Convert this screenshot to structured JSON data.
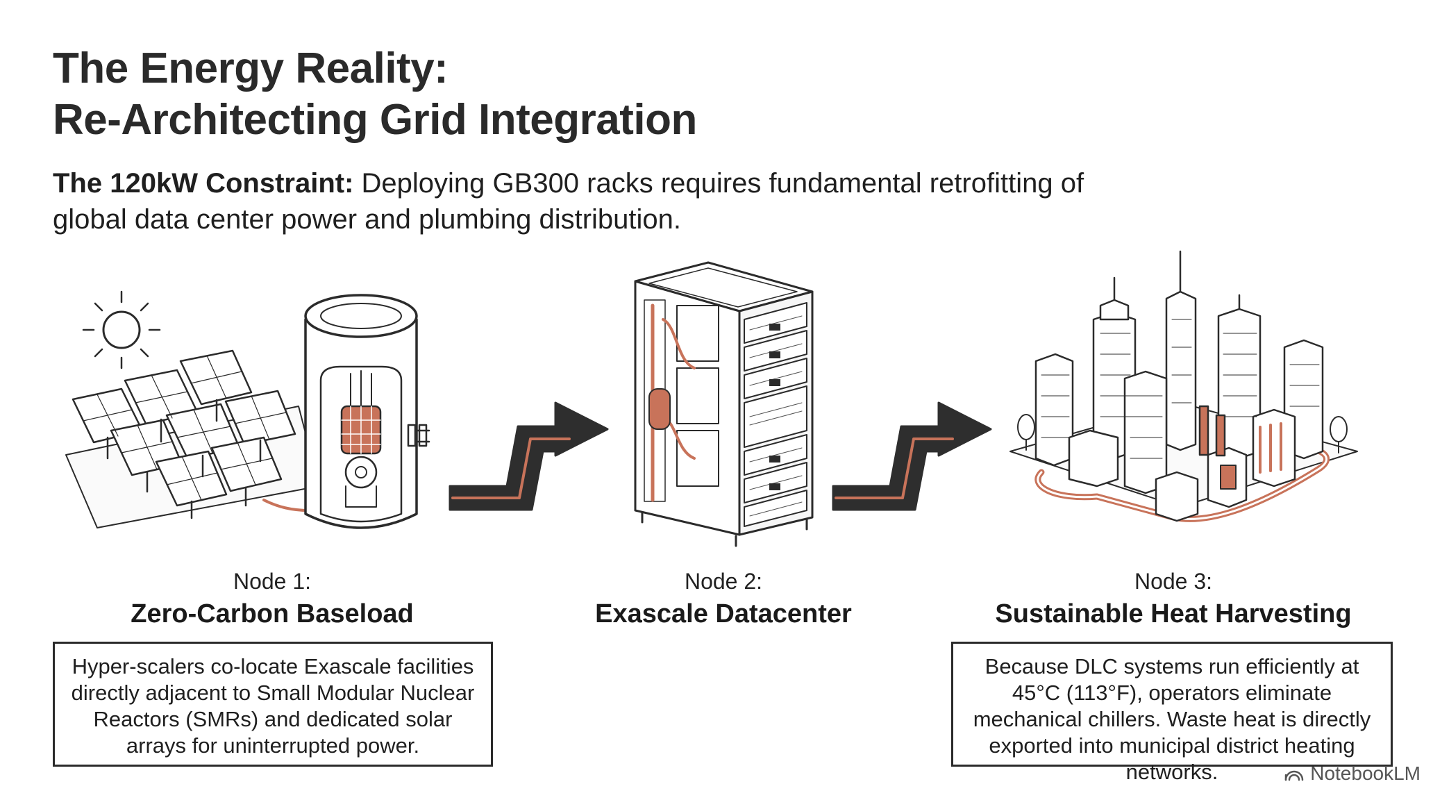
{
  "title": {
    "line1": "The Energy Reality:",
    "line2": "Re-Architecting Grid Integration"
  },
  "subtitle": {
    "bold": "The 120kW Constraint:",
    "text": " Deploying GB300 racks requires fundamental retrofitting of global data center power and plumbing distribution."
  },
  "nodes": [
    {
      "number": "Node 1:",
      "name": "Zero-Carbon Baseload",
      "description": "Hyper-scalers co-locate Exascale facilities directly adjacent to Small Modular Nuclear Reactors (SMRs) and dedicated solar arrays for uninterrupted power."
    },
    {
      "number": "Node 2:",
      "name": "Exascale Datacenter",
      "description": ""
    },
    {
      "number": "Node 3:",
      "name": "Sustainable Heat Harvesting",
      "description": "Because DLC systems run efficiently at 45°C (113°F), operators eliminate mechanical chillers. Waste heat is directly exported into municipal district heating networks."
    }
  ],
  "brand": "NotebookLM",
  "colors": {
    "ink": "#2b2b2b",
    "accent_copper": "#c8735a",
    "arrow_fill": "#2e2e2e"
  },
  "icons": [
    "sun-icon",
    "solar-panel-icon",
    "nuclear-reactor-icon",
    "server-rack-icon",
    "city-icon",
    "arrow-icon",
    "notebooklm-logo-icon"
  ]
}
